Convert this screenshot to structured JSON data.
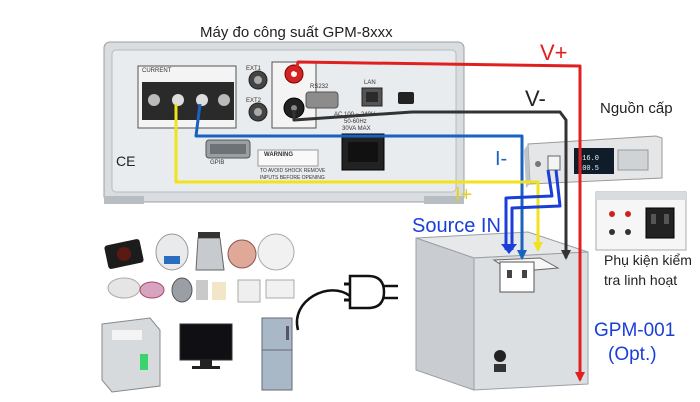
{
  "labels": {
    "title": "Máy đo công suất GPM-8xxx",
    "v_plus": "V+",
    "v_minus": "V-",
    "i_minus": "I-",
    "i_plus": "I+",
    "source_in": "Source IN",
    "power_source": "Nguồn cấp",
    "accessory_line1": "Phụ kiện kiểm",
    "accessory_line2": "tra linh hoạt",
    "model": "GPM-001",
    "optional": "(Opt.)"
  },
  "panel_text": {
    "current": "CURRENT",
    "ext1": "EXT1",
    "ext2": "EXT2",
    "rs232": "RS232",
    "lan": "LAN",
    "ac": "AC 100 ~ 240V ~",
    "hz": "50-60Hz",
    "va": "30VA MAX",
    "warning": "WARNING",
    "warning_sub": "TO AVOID SHOCK REMOVE INPUTS BEFORE OPENING",
    "gpib": "GPIB"
  },
  "colors": {
    "v_plus_wire": "#e02020",
    "v_minus_wire": "#333333",
    "i_minus_wire": "#1a62c0",
    "i_plus_wire": "#f2e21c",
    "source_in_wire": "#1a3fd8",
    "label_blue": "#1a3fd8"
  }
}
